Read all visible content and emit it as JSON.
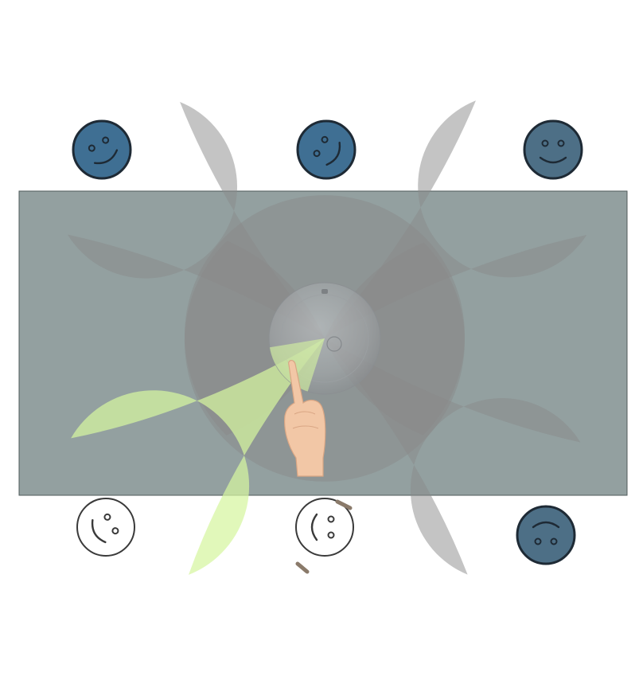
{
  "diagram": {
    "colors": {
      "lobe_fill": "#8a8a8a",
      "table_fill": "#6f8080",
      "active_fill": "#d6f5a0",
      "seat_face": "#3f6f93",
      "seat_face_dim": "#4d6f86",
      "face_outline": "#1e2a35",
      "empty_outline": "#3a3a3a",
      "device": "#a9adb0",
      "hand": "#f2c7a6"
    },
    "seats": [
      {
        "id": "top-left",
        "status": "occupied",
        "expression": "smile"
      },
      {
        "id": "top-center",
        "status": "occupied",
        "expression": "smile"
      },
      {
        "id": "top-right",
        "status": "occupied",
        "expression": "smile"
      },
      {
        "id": "bottom-left",
        "status": "unoccupied",
        "expression": "smile",
        "highlighted": true
      },
      {
        "id": "bottom-center",
        "status": "unoccupied",
        "expression": "smile"
      },
      {
        "id": "bottom-right",
        "status": "occupied",
        "expression": "smile"
      }
    ],
    "active_seat": "bottom-left",
    "device": {
      "name": "central-microphone-device"
    },
    "pointer": {
      "name": "hand-pointer"
    }
  }
}
